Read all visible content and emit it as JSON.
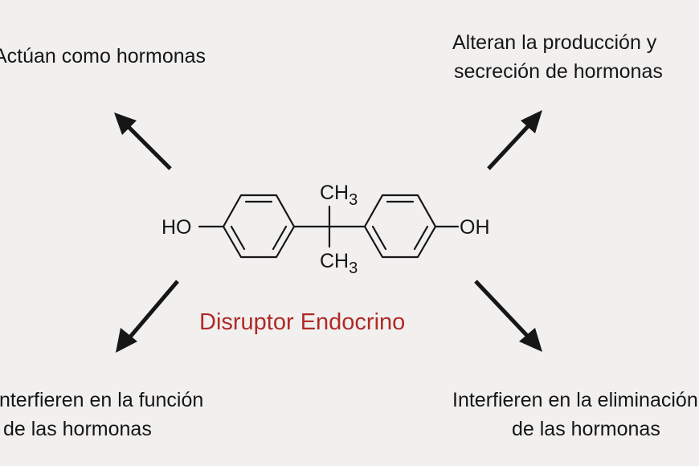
{
  "captions": {
    "top_left": "Actúan como hormonas",
    "top_right_line1": "Alteran la producción y",
    "top_right_line2": "secreción de hormonas",
    "bottom_left_line1": "Interfieren en la función",
    "bottom_left_line2": "de las hormonas",
    "bottom_right_line1": "Interfieren en la eliminación",
    "bottom_right_line2": "de las hormonas"
  },
  "center_title": "Disruptor Endocrino",
  "molecule": {
    "left_group": "HO",
    "right_group": "OH",
    "methyl_main": "CH",
    "methyl_subscript": "3"
  },
  "colors": {
    "background": "#f1f0ef",
    "text": "#161616",
    "title": "#b02a27"
  }
}
